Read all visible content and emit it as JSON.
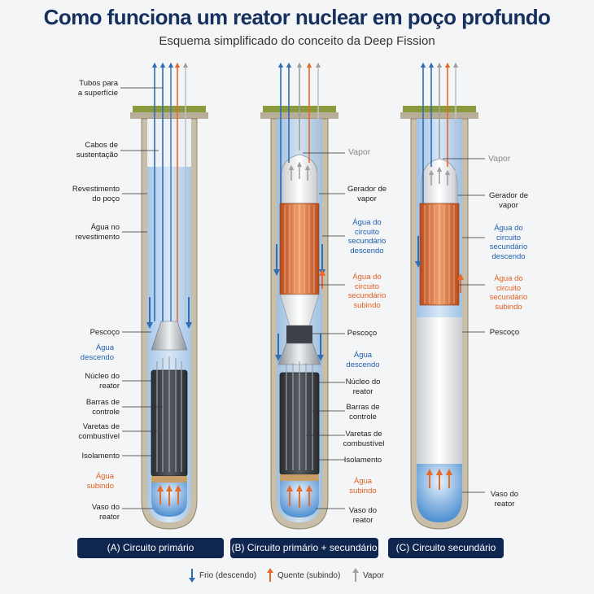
{
  "title": "Como funciona um reator nuclear em poço profundo",
  "subtitle": "Esquema simplificado do conceito da Deep Fission",
  "colors": {
    "cold": "#2f6db5",
    "hot": "#e8692a",
    "steam": "#a0a0a0",
    "navy": "#0f2650"
  },
  "panels": [
    {
      "caption": "(A) Circuito primário"
    },
    {
      "caption": "(B) Circuito primário + secundário"
    },
    {
      "caption": "(C) Circuito secundário"
    }
  ],
  "labels_a": {
    "tubes": "Tubos para\na superfície",
    "cables": "Cabos de\nsustentação",
    "casing": "Revestimento\ndo poço",
    "water_casing": "Água no\nrevestimento",
    "neck": "Pescoço",
    "water_down": "Água\ndescendo",
    "core": "Núcleo do\nreator",
    "control_rods": "Barras de\ncontrole",
    "fuel_rods": "Varetas de\ncombustível",
    "insulation": "Isolamento",
    "water_up": "Água\nsubindo",
    "vessel": "Vaso do\nreator"
  },
  "labels_b": {
    "steam": "Vapor",
    "steam_gen": "Gerador de\nvapor",
    "sec_down": "Água do\ncircuito\nsecundário\ndescendo",
    "sec_up": "Água do\ncircuito\nsecundário\nsubindo",
    "neck": "Pescoço",
    "water_down": "Água\ndescendo",
    "core": "Núcleo do\nreator",
    "control_rods": "Barras de\ncontrole",
    "fuel_rods": "Varetas de\ncombustível",
    "insulation": "Isolamento",
    "water_up": "Água\nsubindo",
    "vessel": "Vaso do\nreator"
  },
  "labels_c": {
    "steam": "Vapor",
    "steam_gen": "Gerador de\nvapor",
    "sec_down": "Água do\ncircuito\nsecundário\ndescendo",
    "sec_up": "Água do\ncircuito\nsecundário\nsubindo",
    "neck": "Pescoço",
    "vessel": "Vaso do\nreator"
  },
  "legend": {
    "cold": "Frio (descendo)",
    "hot": "Quente (subindo)",
    "steam": "Vapor"
  }
}
